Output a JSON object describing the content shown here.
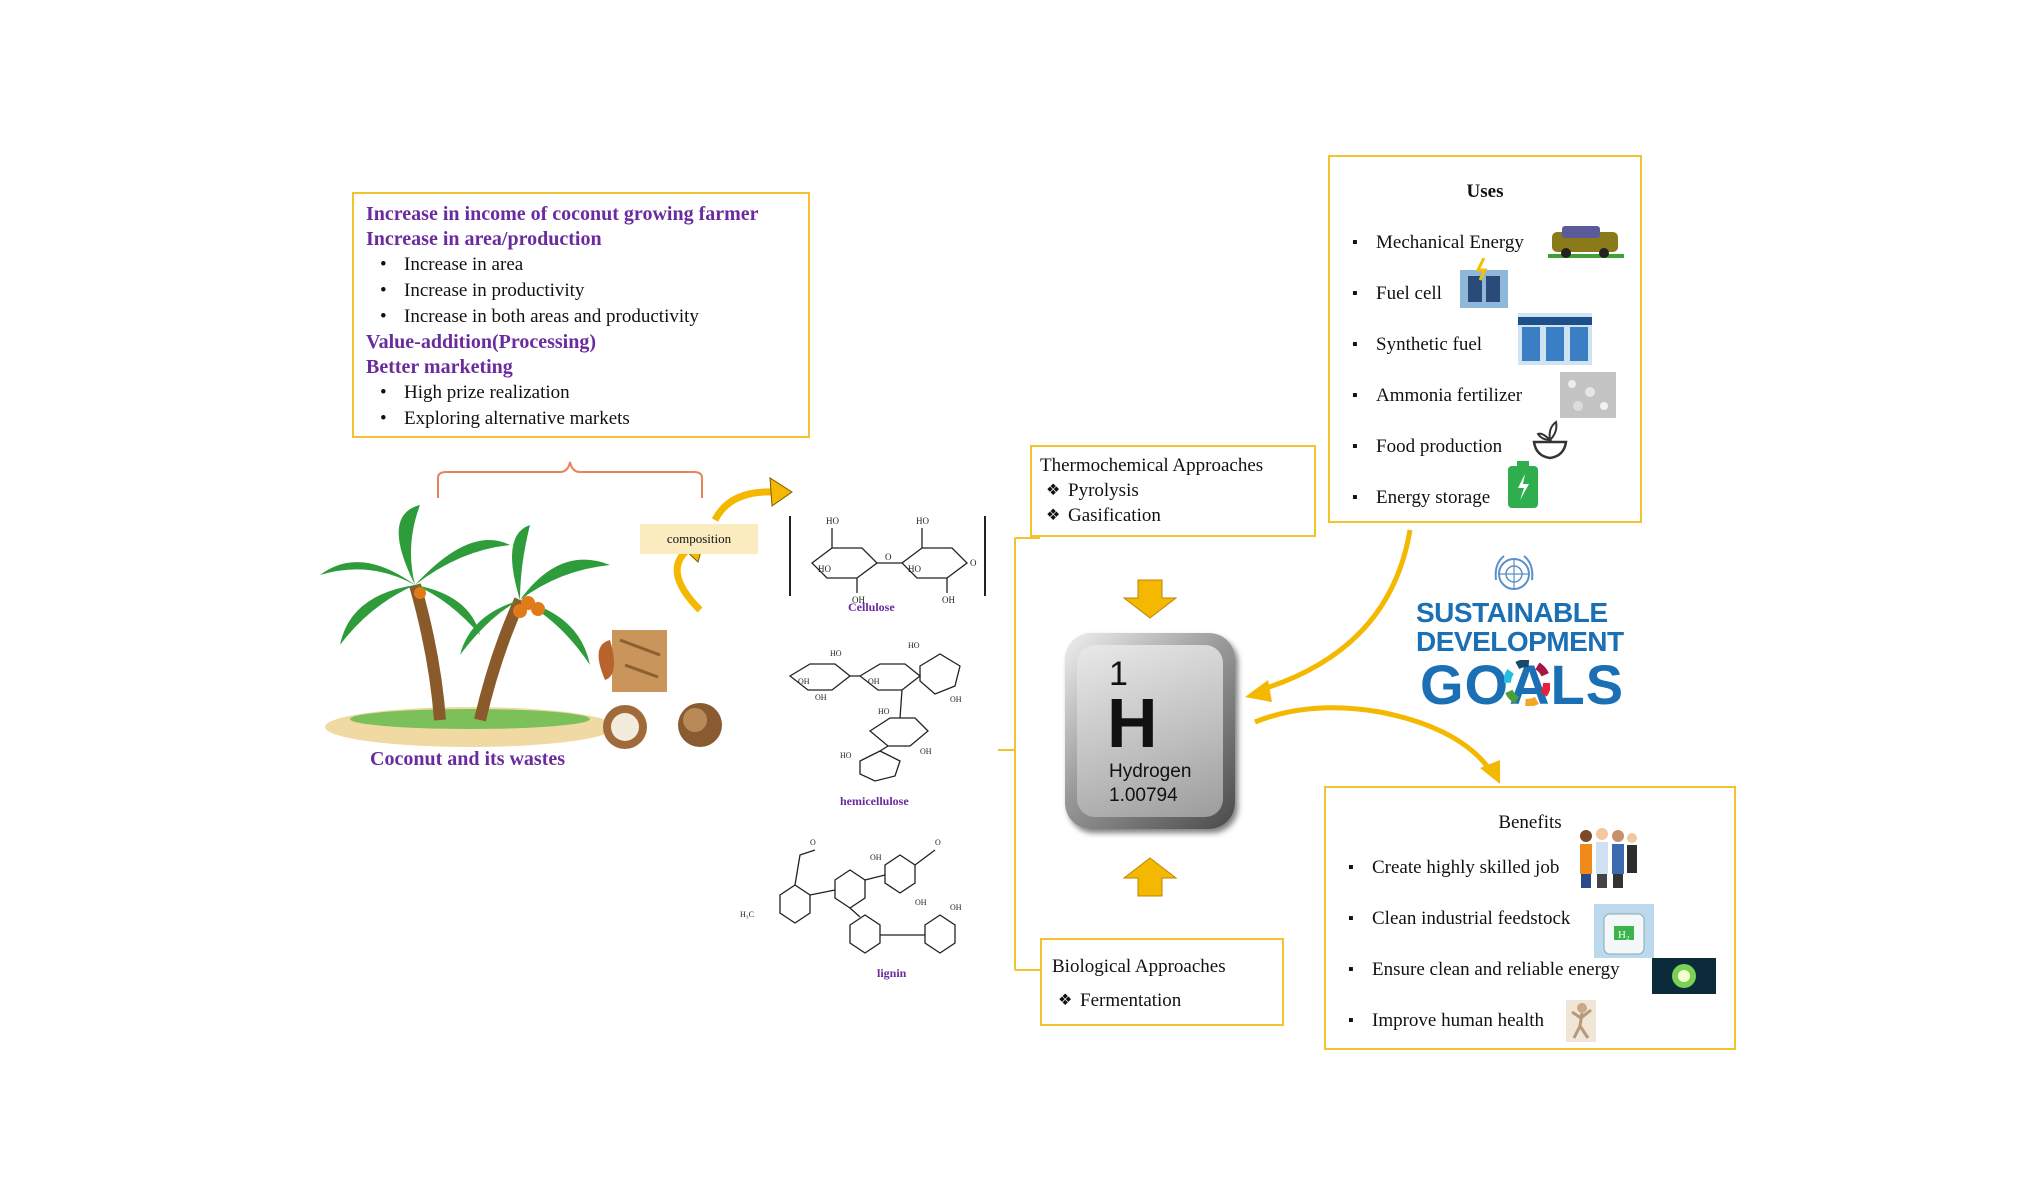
{
  "income_box": {
    "headings": [
      "Increase in  income of coconut growing farmer",
      "Increase in area/production",
      "Value-addition(Processing)",
      "Better marketing"
    ],
    "area_items": [
      "Increase in area",
      "Increase in productivity",
      "Increase in both areas and productivity"
    ],
    "marketing_items": [
      "High prize realization",
      "Exploring alternative markets"
    ]
  },
  "coconut_caption": "Coconut and its wastes",
  "composition_label": "composition",
  "molecules": {
    "cellulose": "Cellulose",
    "hemicellulose": "hemicellulose",
    "lignin": "lignin"
  },
  "thermo_box": {
    "title": "Thermochemical Approaches",
    "items": [
      "Pyrolysis",
      "Gasification"
    ]
  },
  "bio_box": {
    "title": "Biological Approaches",
    "items": [
      "Fermentation"
    ]
  },
  "element": {
    "number": "1",
    "symbol": "H",
    "name": "Hydrogen",
    "mass": "1.00794"
  },
  "uses_box": {
    "title": "Uses",
    "items": [
      "Mechanical Energy",
      "Fuel cell",
      "Synthetic fuel",
      "Ammonia fertilizer",
      "Food production",
      "Energy storage"
    ],
    "icons": [
      "car-icon",
      "fuel-cell-icon",
      "synthetic-fuel-icon",
      "ammonia-fertilizer-icon",
      "food-production-icon",
      "battery-icon"
    ]
  },
  "sdg": {
    "line1": "SUSTAINABLE",
    "line2": "DEVELOPMENT",
    "line3": "GOALS"
  },
  "benefits_box": {
    "title": "Benefits",
    "items": [
      "Create highly skilled job",
      "Clean industrial feedstock",
      "Ensure clean and reliable energy",
      "Improve human health"
    ],
    "icons": [
      "workers-icon",
      "h2-tank-icon",
      "energy-icon",
      "health-icon"
    ]
  },
  "colors": {
    "box_border": "#f2c230",
    "heading_purple": "#6a2b9e",
    "arrow_gold": "#f5b800",
    "sdg_blue": "#1a6fb5"
  }
}
